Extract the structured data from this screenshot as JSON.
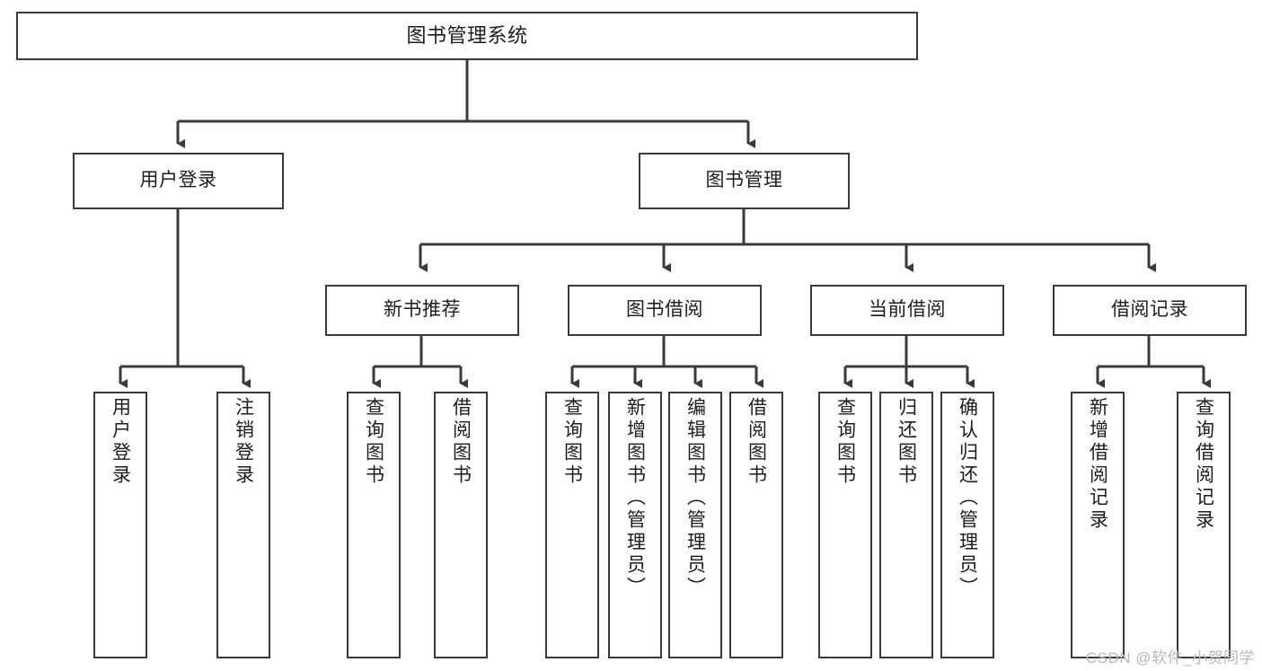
{
  "diagram": {
    "type": "tree",
    "title": "图书管理系统",
    "watermark": "CSDN @软件_小贺同学",
    "nodes": {
      "root": {
        "label": "图书管理系统"
      },
      "level1": [
        {
          "label": "用户登录"
        },
        {
          "label": "图书管理"
        }
      ],
      "level2": [
        {
          "label": "新书推荐"
        },
        {
          "label": "图书借阅"
        },
        {
          "label": "当前借阅"
        },
        {
          "label": "借阅记录"
        }
      ],
      "leaves": {
        "user_login": [
          {
            "label": "用户登录"
          },
          {
            "label": "注销登录"
          }
        ],
        "new_book": [
          {
            "label": "查询图书"
          },
          {
            "label": "借阅图书"
          }
        ],
        "borrow": [
          {
            "label": "查询图书"
          },
          {
            "label": "新增图书（管理员）"
          },
          {
            "label": "编辑图书（管理员）"
          },
          {
            "label": "借阅图书"
          }
        ],
        "current": [
          {
            "label": "查询图书"
          },
          {
            "label": "归还图书"
          },
          {
            "label": "确认归还（管理员）"
          }
        ],
        "records": [
          {
            "label": "新增借阅记录"
          },
          {
            "label": "查询借阅记录"
          }
        ]
      }
    },
    "colors": {
      "box_border": "#3a3a3a",
      "box_fill": "#ffffff",
      "connector": "#3a3a3a",
      "text": "#1d1d1d",
      "watermark": "#b9b9b9"
    }
  }
}
